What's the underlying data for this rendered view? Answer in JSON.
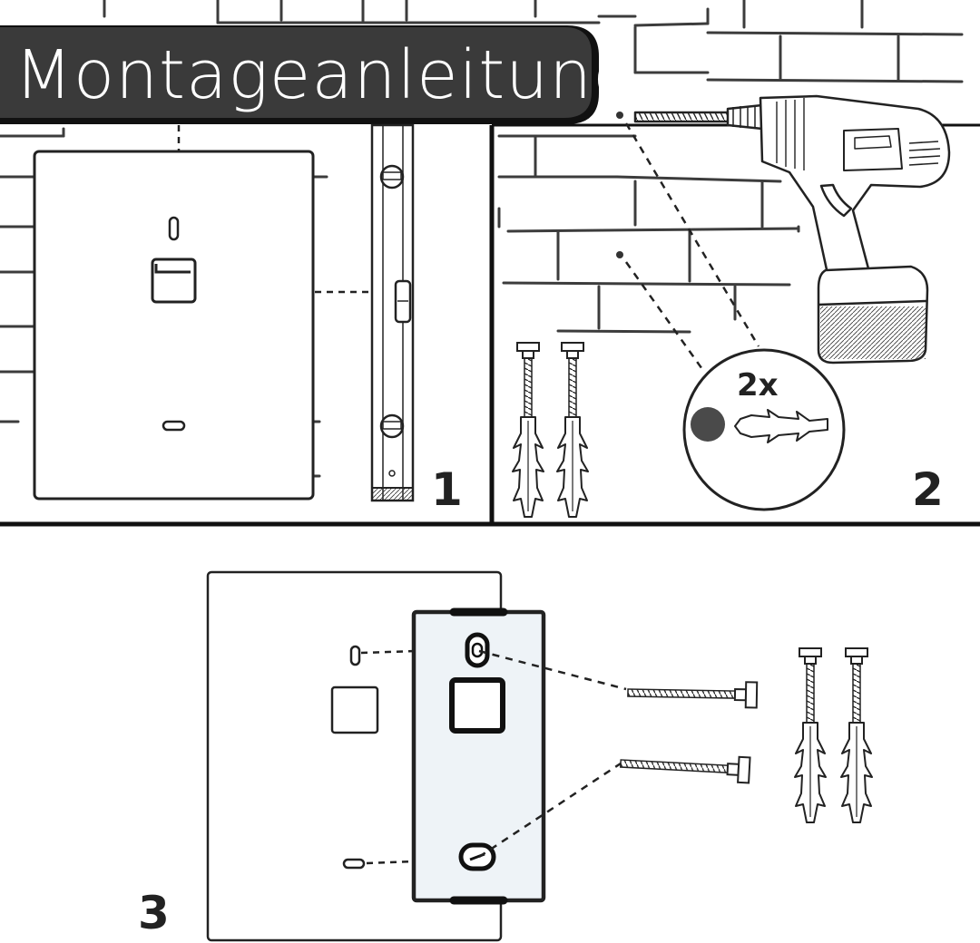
{
  "title": "Montageanleitung",
  "steps": [
    {
      "number": "1"
    },
    {
      "number": "2",
      "callout": "2x"
    },
    {
      "number": "3"
    }
  ],
  "colors": {
    "title_bg": "#3a3a3a",
    "title_text": "#ffffff",
    "line": "#1e1e1e",
    "brick": "#3c3c3c",
    "mount_plate": "#eef3f7",
    "drill_hole": "#4a4a4a"
  },
  "icons": [
    "power-drill-icon",
    "spirit-level-icon",
    "screw-icon",
    "wall-plug-icon",
    "bracket-icon",
    "picture-frame-icon"
  ]
}
